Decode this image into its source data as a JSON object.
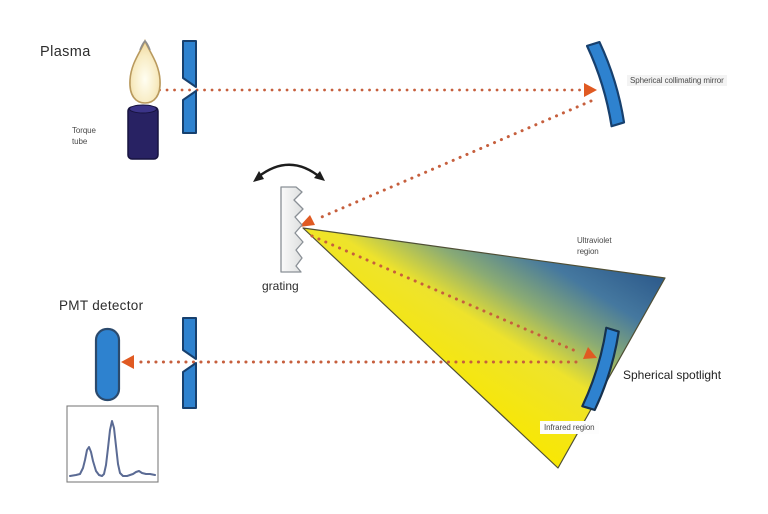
{
  "labels": {
    "plasma": "Plasma",
    "torch_tube": "Torque tube",
    "collimating_mirror": "Spherical collimating mirror",
    "grating": "grating",
    "ultraviolet_region": "Ultraviolet region",
    "infrared_region": "Infrared region",
    "spotlight_mirror": "Spherical spotlight",
    "pmt_detector": "PMT detector"
  },
  "colors": {
    "beam_dots": "#c65f3d",
    "beam_arrowhead": "#e05a22",
    "optic_blue": "#2e82cf",
    "optic_outline": "#17406e",
    "torch_tube_navy": "#282263",
    "flame_body": "#f8ecc4",
    "flame_outline": "#b99a5e",
    "spectrum_yellow": "#f8e400",
    "spectrum_blue": "#2f5d8d",
    "grating_fill": "#eef0f0",
    "trace_line": "#5b6b94",
    "background": "#ffffff"
  },
  "chart_data": {
    "type": "line",
    "title": "",
    "xlabel": "",
    "ylabel": "",
    "note": "unlabeled inset PMT signal trace: flat baseline, small peak ~25% width, tall peak ~50% width, minor bump ~80% width",
    "series": [
      {
        "name": "pmt-signal",
        "x_frac": [
          0.0,
          0.12,
          0.2,
          0.25,
          0.3,
          0.38,
          0.42,
          0.46,
          0.5,
          0.54,
          0.58,
          0.64,
          0.72,
          0.78,
          0.82,
          0.88,
          1.0
        ],
        "y_frac": [
          0.02,
          0.03,
          0.2,
          0.42,
          0.18,
          0.03,
          0.12,
          0.55,
          0.79,
          0.52,
          0.14,
          0.02,
          0.03,
          0.06,
          0.08,
          0.04,
          0.03
        ]
      }
    ]
  }
}
